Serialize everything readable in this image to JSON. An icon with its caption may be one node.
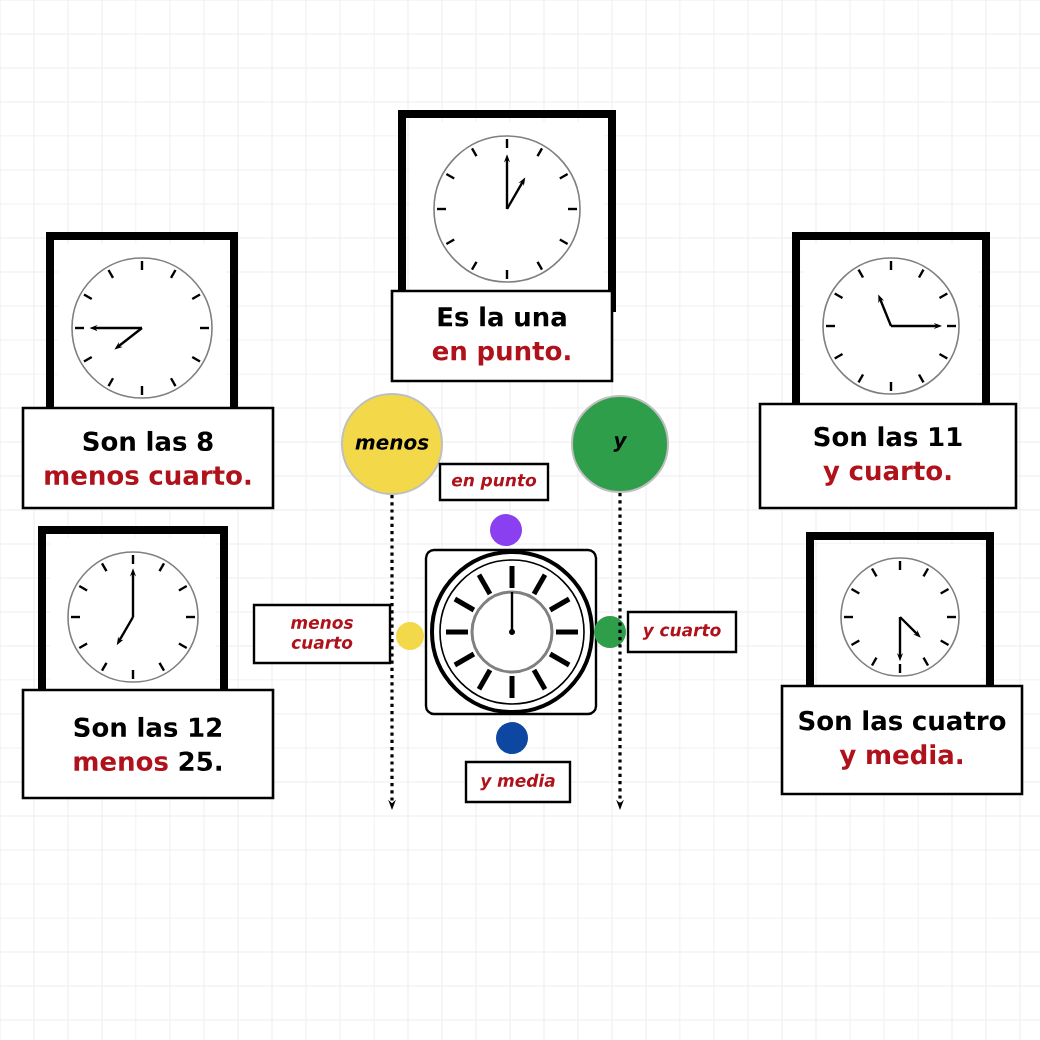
{
  "diagram": {
    "nodes": [
      {
        "text": [
          "Es la una",
          "en punto."
        ]
      },
      {
        "text": [
          "Son las 8",
          "menos cuarto."
        ]
      },
      {
        "text": [
          "menos"
        ]
      },
      {
        "text": [
          "y"
        ]
      },
      {
        "text": [
          "Son las 11",
          "y cuarto."
        ]
      },
      {
        "text": [
          "en punto"
        ]
      },
      {
        "text": [],
        "shape": "circle"
      },
      {
        "text": [
          "menos cuarto"
        ]
      },
      {
        "text": [],
        "shape": "circle"
      },
      {
        "text": [],
        "shape": "circle"
      },
      {
        "text": [
          "y cuarto"
        ]
      },
      {
        "text": [
          "Son  las 12",
          "menos",
          "25."
        ]
      },
      {
        "text": [
          "Son las cuatro",
          "y media."
        ]
      },
      {
        "text": [],
        "shape": "circle"
      },
      {
        "text": [
          "y media"
        ]
      }
    ],
    "edges": [
      {
        "from": 2,
        "to": null,
        "arrow": "to",
        "style": "dashed"
      },
      {
        "from": 3,
        "to": null,
        "arrow": "to",
        "style": "dashed"
      }
    ]
  }
}
